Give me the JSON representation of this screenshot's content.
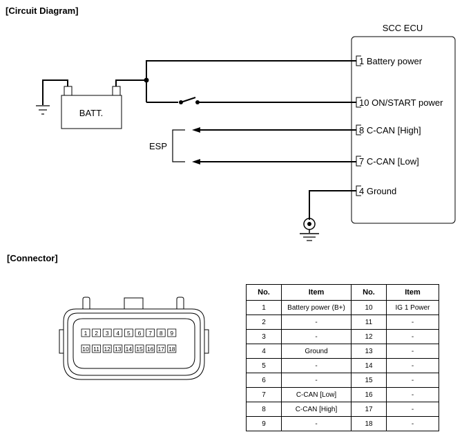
{
  "titles": {
    "circuit": "[Circuit Diagram]",
    "connector": "[Connector]"
  },
  "ecu": {
    "name": "SCC ECU",
    "pins": [
      {
        "num": "1",
        "label": "Battery power"
      },
      {
        "num": "10",
        "label": "ON/START power"
      },
      {
        "num": "8",
        "label": "C-CAN [High]"
      },
      {
        "num": "7",
        "label": "C-CAN [Low]"
      },
      {
        "num": "4",
        "label": "Ground"
      }
    ]
  },
  "battery_label": "BATT.",
  "esp_label": "ESP",
  "connector_pins": {
    "row1": [
      "1",
      "2",
      "3",
      "4",
      "5",
      "6",
      "7",
      "8",
      "9"
    ],
    "row2": [
      "10",
      "11",
      "12",
      "13",
      "14",
      "15",
      "16",
      "17",
      "18"
    ]
  },
  "table": {
    "headers": [
      "No.",
      "Item",
      "No.",
      "Item"
    ],
    "rows": [
      [
        "1",
        "Battery power (B+)",
        "10",
        "IG 1 Power"
      ],
      [
        "2",
        "-",
        "11",
        "-"
      ],
      [
        "3",
        "-",
        "12",
        "-"
      ],
      [
        "4",
        "Ground",
        "13",
        "-"
      ],
      [
        "5",
        "-",
        "14",
        "-"
      ],
      [
        "6",
        "-",
        "15",
        "-"
      ],
      [
        "7",
        "C-CAN [Low]",
        "16",
        "-"
      ],
      [
        "8",
        "C-CAN [High]",
        "17",
        "-"
      ],
      [
        "9",
        "-",
        "18",
        "-"
      ]
    ]
  }
}
